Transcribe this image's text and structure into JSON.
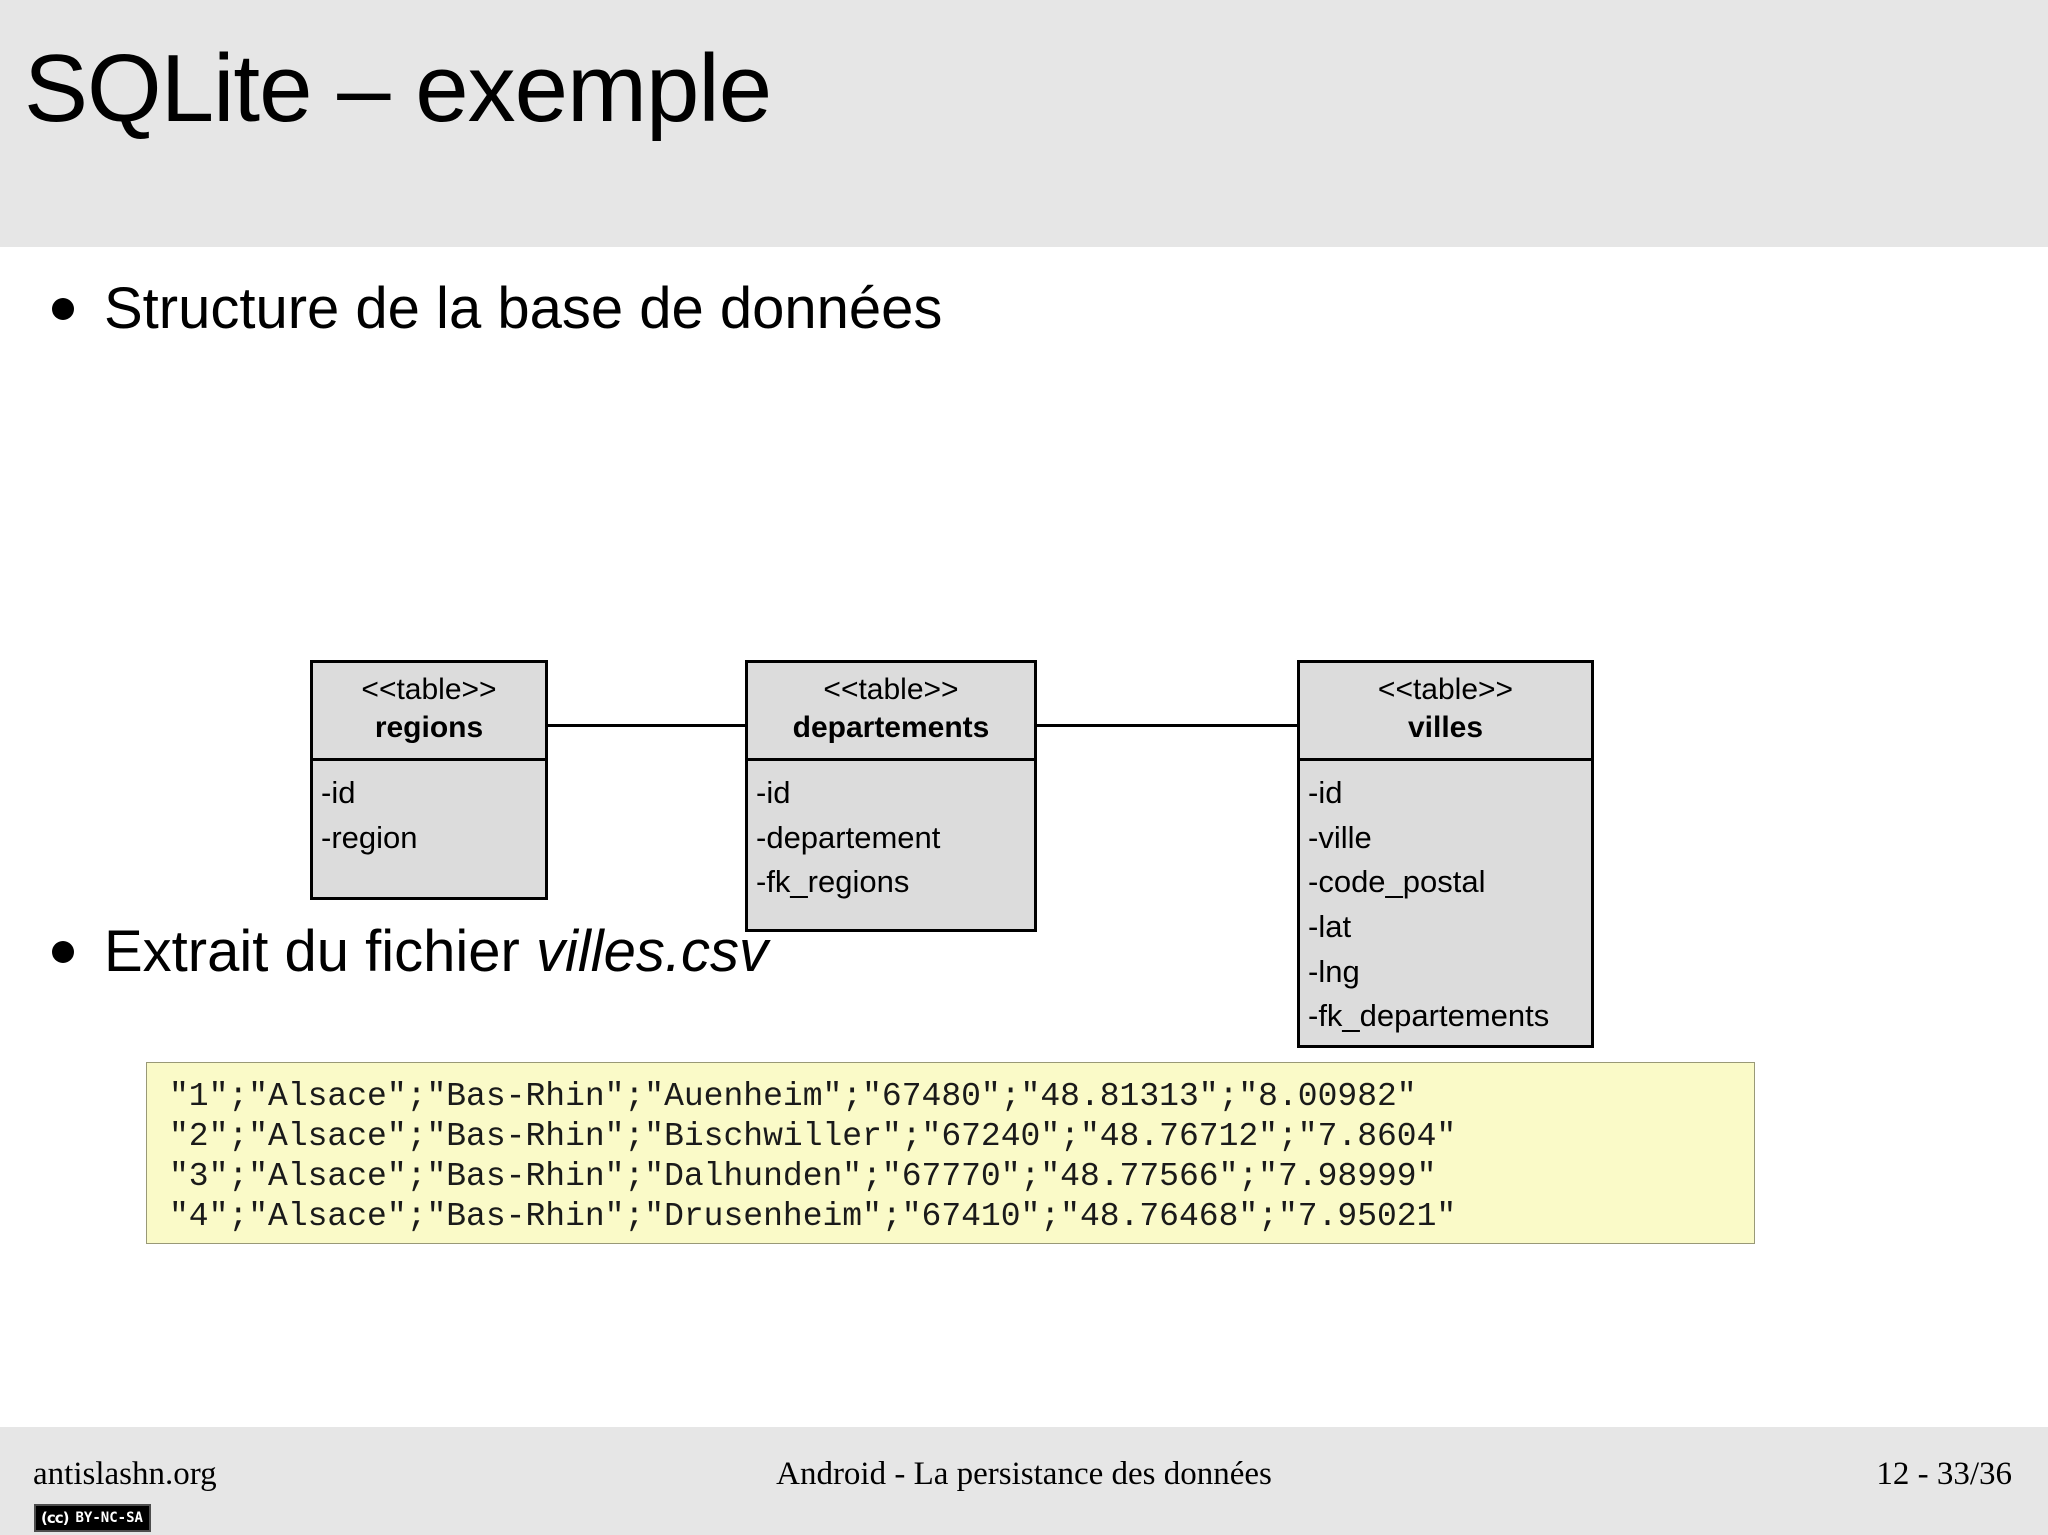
{
  "slide": {
    "title": "SQLite – exemple",
    "header_bg": "#e6e6e6",
    "body_bg": "#ffffff"
  },
  "bullets": [
    {
      "text": "Structure de la base de données"
    },
    {
      "text_plain": "Extrait du fichier ",
      "text_italic": "villes.csv"
    }
  ],
  "diagram": {
    "type": "uml-class-diagram",
    "box_fill": "#dcdcdc",
    "box_stroke": "#000000",
    "tables": [
      {
        "stereotype": "<<table>>",
        "name": "regions",
        "attributes": [
          "-id",
          "-region"
        ]
      },
      {
        "stereotype": "<<table>>",
        "name": "departements",
        "attributes": [
          "-id",
          "-departement",
          "-fk_regions"
        ]
      },
      {
        "stereotype": "<<table>>",
        "name": "villes",
        "attributes": [
          "-id",
          "-ville",
          "-code_postal",
          "-lat",
          "-lng",
          "-fk_departements"
        ]
      }
    ],
    "associations": [
      {
        "from": "regions",
        "to": "departements"
      },
      {
        "from": "departements",
        "to": "villes"
      }
    ]
  },
  "csv": {
    "bg": "#fafac8",
    "border": "#999977",
    "lines": [
      "\"1\";\"Alsace\";\"Bas-Rhin\";\"Auenheim\";\"67480\";\"48.81313\";\"8.00982\"",
      "\"2\";\"Alsace\";\"Bas-Rhin\";\"Bischwiller\";\"67240\";\"48.76712\";\"7.8604\"",
      "\"3\";\"Alsace\";\"Bas-Rhin\";\"Dalhunden\";\"67770\";\"48.77566\";\"7.98999\"",
      "\"4\";\"Alsace\";\"Bas-Rhin\";\"Drusenheim\";\"67410\";\"48.76468\";\"7.95021\""
    ]
  },
  "footer": {
    "left": "antislashn.org",
    "center": "Android - La persistance des données",
    "right": "12 - 33/36",
    "cc_mark": "(cc)",
    "cc_terms": "BY-NC-SA"
  }
}
